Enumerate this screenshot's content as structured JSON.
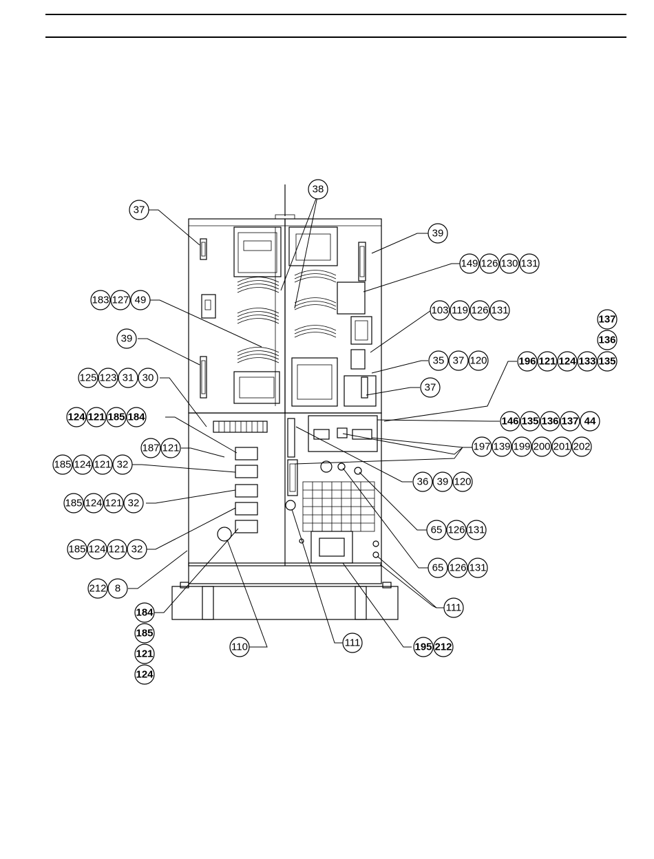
{
  "figure": {
    "balloon_groups": [
      {
        "id": "g38",
        "labels": [
          "38"
        ],
        "bold": false
      },
      {
        "id": "g37a",
        "labels": [
          "37"
        ],
        "bold": false
      },
      {
        "id": "g39a",
        "labels": [
          "39"
        ],
        "bold": false
      },
      {
        "id": "g149",
        "labels": [
          "149",
          "126",
          "130",
          "131"
        ],
        "bold": false
      },
      {
        "id": "g183",
        "labels": [
          "183",
          "127",
          "49"
        ],
        "bold": false
      },
      {
        "id": "g103",
        "labels": [
          "103",
          "119",
          "126",
          "131"
        ],
        "bold": false
      },
      {
        "id": "g137s",
        "labels": [
          "137"
        ],
        "bold": true
      },
      {
        "id": "g136s",
        "labels": [
          "136"
        ],
        "bold": true
      },
      {
        "id": "g39b",
        "labels": [
          "39"
        ],
        "bold": false
      },
      {
        "id": "g196",
        "labels": [
          "196",
          "121",
          "124",
          "133",
          "135"
        ],
        "bold": true
      },
      {
        "id": "g35",
        "labels": [
          "35",
          "37",
          "120"
        ],
        "bold": false
      },
      {
        "id": "g125",
        "labels": [
          "125",
          "123",
          "31",
          "30"
        ],
        "bold": false
      },
      {
        "id": "g37b",
        "labels": [
          "37"
        ],
        "bold": false
      },
      {
        "id": "g124",
        "labels": [
          "124",
          "121",
          "185",
          "184"
        ],
        "bold": true
      },
      {
        "id": "g146",
        "labels": [
          "146",
          "135",
          "136",
          "137",
          "44"
        ],
        "bold": true
      },
      {
        "id": "g187",
        "labels": [
          "187",
          "121"
        ],
        "bold": false
      },
      {
        "id": "g197",
        "labels": [
          "197",
          "139",
          "199",
          "200",
          "201",
          "202"
        ],
        "bold": false
      },
      {
        "id": "g185a",
        "labels": [
          "185",
          "124",
          "121",
          "32"
        ],
        "bold": false
      },
      {
        "id": "g36",
        "labels": [
          "36",
          "39",
          "120"
        ],
        "bold": false
      },
      {
        "id": "g185b",
        "labels": [
          "185",
          "124",
          "121",
          "32"
        ],
        "bold": false
      },
      {
        "id": "g65a",
        "labels": [
          "65",
          "126",
          "131"
        ],
        "bold": false
      },
      {
        "id": "g185c",
        "labels": [
          "185",
          "124",
          "121",
          "32"
        ],
        "bold": false
      },
      {
        "id": "g65b",
        "labels": [
          "65",
          "126",
          "131"
        ],
        "bold": false
      },
      {
        "id": "g212",
        "labels": [
          "212",
          "8"
        ],
        "bold": false
      },
      {
        "id": "g111a",
        "labels": [
          "111"
        ],
        "bold": false
      },
      {
        "id": "g184",
        "labels": [
          "184"
        ],
        "bold": true
      },
      {
        "id": "g185s",
        "labels": [
          "185"
        ],
        "bold": true
      },
      {
        "id": "g121s",
        "labels": [
          "121"
        ],
        "bold": true
      },
      {
        "id": "g124s",
        "labels": [
          "124"
        ],
        "bold": true
      },
      {
        "id": "g110",
        "labels": [
          "110"
        ],
        "bold": false
      },
      {
        "id": "g111b",
        "labels": [
          "111"
        ],
        "bold": false
      },
      {
        "id": "g195",
        "labels": [
          "195",
          "212"
        ],
        "bold": true
      }
    ]
  }
}
